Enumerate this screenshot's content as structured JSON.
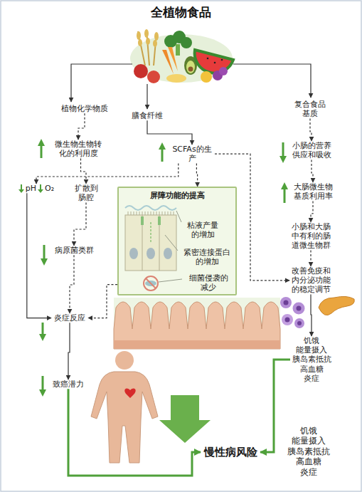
{
  "diagram": {
    "title": "全植物食品",
    "nodes": [
      {
        "text": [
          "植物化学物质"
        ]
      },
      {
        "text": [
          "膳食纤维"
        ]
      },
      {
        "text": [
          "复合食品基质"
        ]
      },
      {
        "text": [
          "微生物生物转化的利用度"
        ]
      },
      {
        "text": [
          "SCFAs的生产"
        ]
      },
      {
        "text": [
          "小肠的营养供应和吸收"
        ]
      },
      {
        "text": [
          "大肠微生物基质利用率"
        ]
      },
      {
        "text": [
          "pH",
          "O₂"
        ]
      },
      {
        "text": [
          "扩散到肠腔"
        ]
      },
      {
        "text": [
          "屏障功能的提高"
        ]
      },
      {
        "text": [
          "粘液产量的增加"
        ],
        "in": 9
      },
      {
        "text": [
          "紧密连接蛋白的增加"
        ],
        "in": 9
      },
      {
        "text": [
          "细菌侵袭的减少"
        ],
        "in": 9
      },
      {
        "text": [
          "小肠和大肠中有利的肠道微生物群"
        ]
      },
      {
        "text": [
          "病原菌类群"
        ]
      },
      {
        "text": [
          "改善免疫和内分泌功能的稳定调节"
        ]
      },
      {
        "text": [
          "炎症反应"
        ]
      },
      {
        "text": [
          "饥饿 能量摄入 胰岛素抵抗 高血糖 炎症"
        ]
      },
      {
        "text": [
          "致癌潜力"
        ]
      },
      {
        "text": [
          "慢性病风险"
        ]
      },
      {
        "text": [
          "饥饿 能量摄入 胰岛素抵抗 高血糖 炎症"
        ]
      }
    ],
    "edges": [
      {
        "from": 0,
        "to": 3,
        "arrow": "to"
      },
      {
        "from": 3,
        "to": 8,
        "arrow": "to"
      },
      {
        "from": 4,
        "to": 7,
        "arrow": "to"
      },
      {
        "from": 7,
        "to": 16,
        "arrow": "to"
      },
      {
        "from": 8,
        "to": 14,
        "arrow": "to"
      },
      {
        "from": 14,
        "to": 16,
        "arrow": "to"
      },
      {
        "from": 16,
        "to": 18,
        "arrow": "to"
      },
      {
        "from": 18,
        "to": 19,
        "arrow": "to"
      },
      {
        "from": 1,
        "to": 4,
        "arrow": "to"
      },
      {
        "from": 4,
        "to": 9,
        "arrow": "to"
      },
      {
        "from": 4,
        "to": 15,
        "arrow": "to"
      },
      {
        "from": 9,
        "to": 16,
        "arrow": "to"
      },
      {
        "from": 2,
        "to": 5,
        "arrow": "to"
      },
      {
        "from": 5,
        "to": 6,
        "arrow": "to"
      },
      {
        "from": 6,
        "to": 13,
        "arrow": "to"
      },
      {
        "from": 13,
        "to": 15,
        "arrow": "to"
      },
      {
        "from": 15,
        "to": 17,
        "arrow": "to"
      },
      {
        "from": 17,
        "to": 19,
        "arrow": "to"
      }
    ]
  }
}
